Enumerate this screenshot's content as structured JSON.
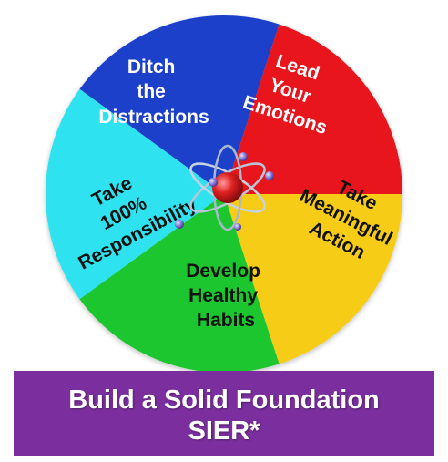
{
  "wheel": {
    "segments": [
      {
        "key": "ditch",
        "lines": [
          "Ditch",
          "the",
          "Distractions"
        ],
        "color": "#1f3fc9",
        "text_color": "#ffffff"
      },
      {
        "key": "lead",
        "lines": [
          "Lead",
          "Your",
          "Emotions"
        ],
        "color": "#e8151b",
        "text_color": "#ffffff"
      },
      {
        "key": "action",
        "lines": [
          "Take",
          "Meaningful",
          "Action"
        ],
        "color": "#f6cc12",
        "text_color": "#111111"
      },
      {
        "key": "habits",
        "lines": [
          "Develop",
          "Healthy",
          "Habits"
        ],
        "color": "#1fc62e",
        "text_color": "#111111"
      },
      {
        "key": "responsibility",
        "lines": [
          "Take",
          "100%",
          "Responsibility"
        ],
        "color": "#2ee3ef",
        "text_color": "#111111"
      }
    ],
    "center_icon": "atom-icon"
  },
  "banner": {
    "line1": "Build a Solid Foundation",
    "line2": "SIER*",
    "color": "#7b2f9f"
  }
}
